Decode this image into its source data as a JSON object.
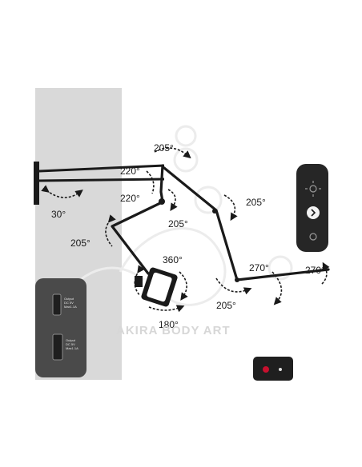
{
  "angles": {
    "base": "30°",
    "joint1_top": "220°",
    "joint1_bottom": "220°",
    "joint1_upper": "205°",
    "joint2": "205°",
    "elbow_right": "205°",
    "elbow_left": "205°",
    "phone_rotate": "360°",
    "phone_tilt": "180°",
    "right_joint_a": "270°",
    "right_joint_b": "270°",
    "right_joint_lower": "205°"
  },
  "ports": {
    "port1_line1": "Output",
    "port1_line2": "DC 5V",
    "port1_line3": "Max1.1A",
    "port2_line1": "Output",
    "port2_line2": "DC 5V",
    "port2_line3": "Max1.1A"
  },
  "watermark": "AKIRA BODY ART",
  "colors": {
    "arm": "#1a1a1a",
    "panel": "#d9d9d9",
    "inset": "#4a4a4a",
    "switch_red": "#c8102e"
  }
}
